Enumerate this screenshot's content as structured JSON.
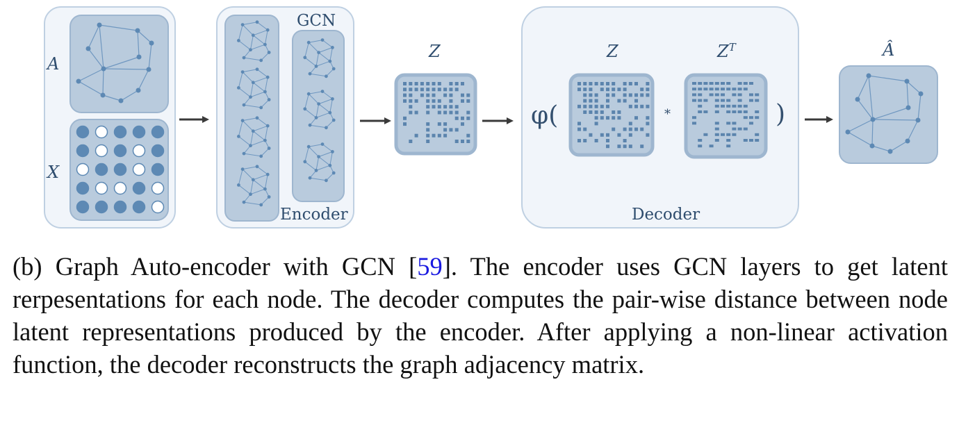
{
  "figure": {
    "input_labels": {
      "adjacency": "A",
      "features": "X"
    },
    "gcn_label": "GCN",
    "encoder_label": "Encoder",
    "latent_label": "Z",
    "decoder": {
      "label": "Decoder",
      "function_open": "φ(",
      "left_factor": "Z",
      "operator": "*",
      "right_factor": "Z",
      "right_factor_superscript": "T",
      "function_close": ")"
    },
    "output_label": "Â"
  },
  "caption": {
    "prefix": "(b) Graph Auto-encoder with GCN [",
    "citation": "59",
    "suffix": "]. The encoder uses GCN layers to get latent rerpesentations for each node. The decoder computes the pair-wise distance between node latent representations produced by the encoder. After applying a non-linear activation function, the decoder reconstructs the graph adjacency matrix."
  },
  "colors": {
    "panel_fill": "#f1f5fa",
    "panel_stroke": "#bfd0e2",
    "tile_fill": "#b9cbdd",
    "tile_stroke": "#9eb6cf",
    "node": "#5d89b4",
    "edge": "#6f97c0",
    "matrix_dot": "#5b84ad",
    "label": "#2f4d6e",
    "citation": "#1a1ae0"
  }
}
